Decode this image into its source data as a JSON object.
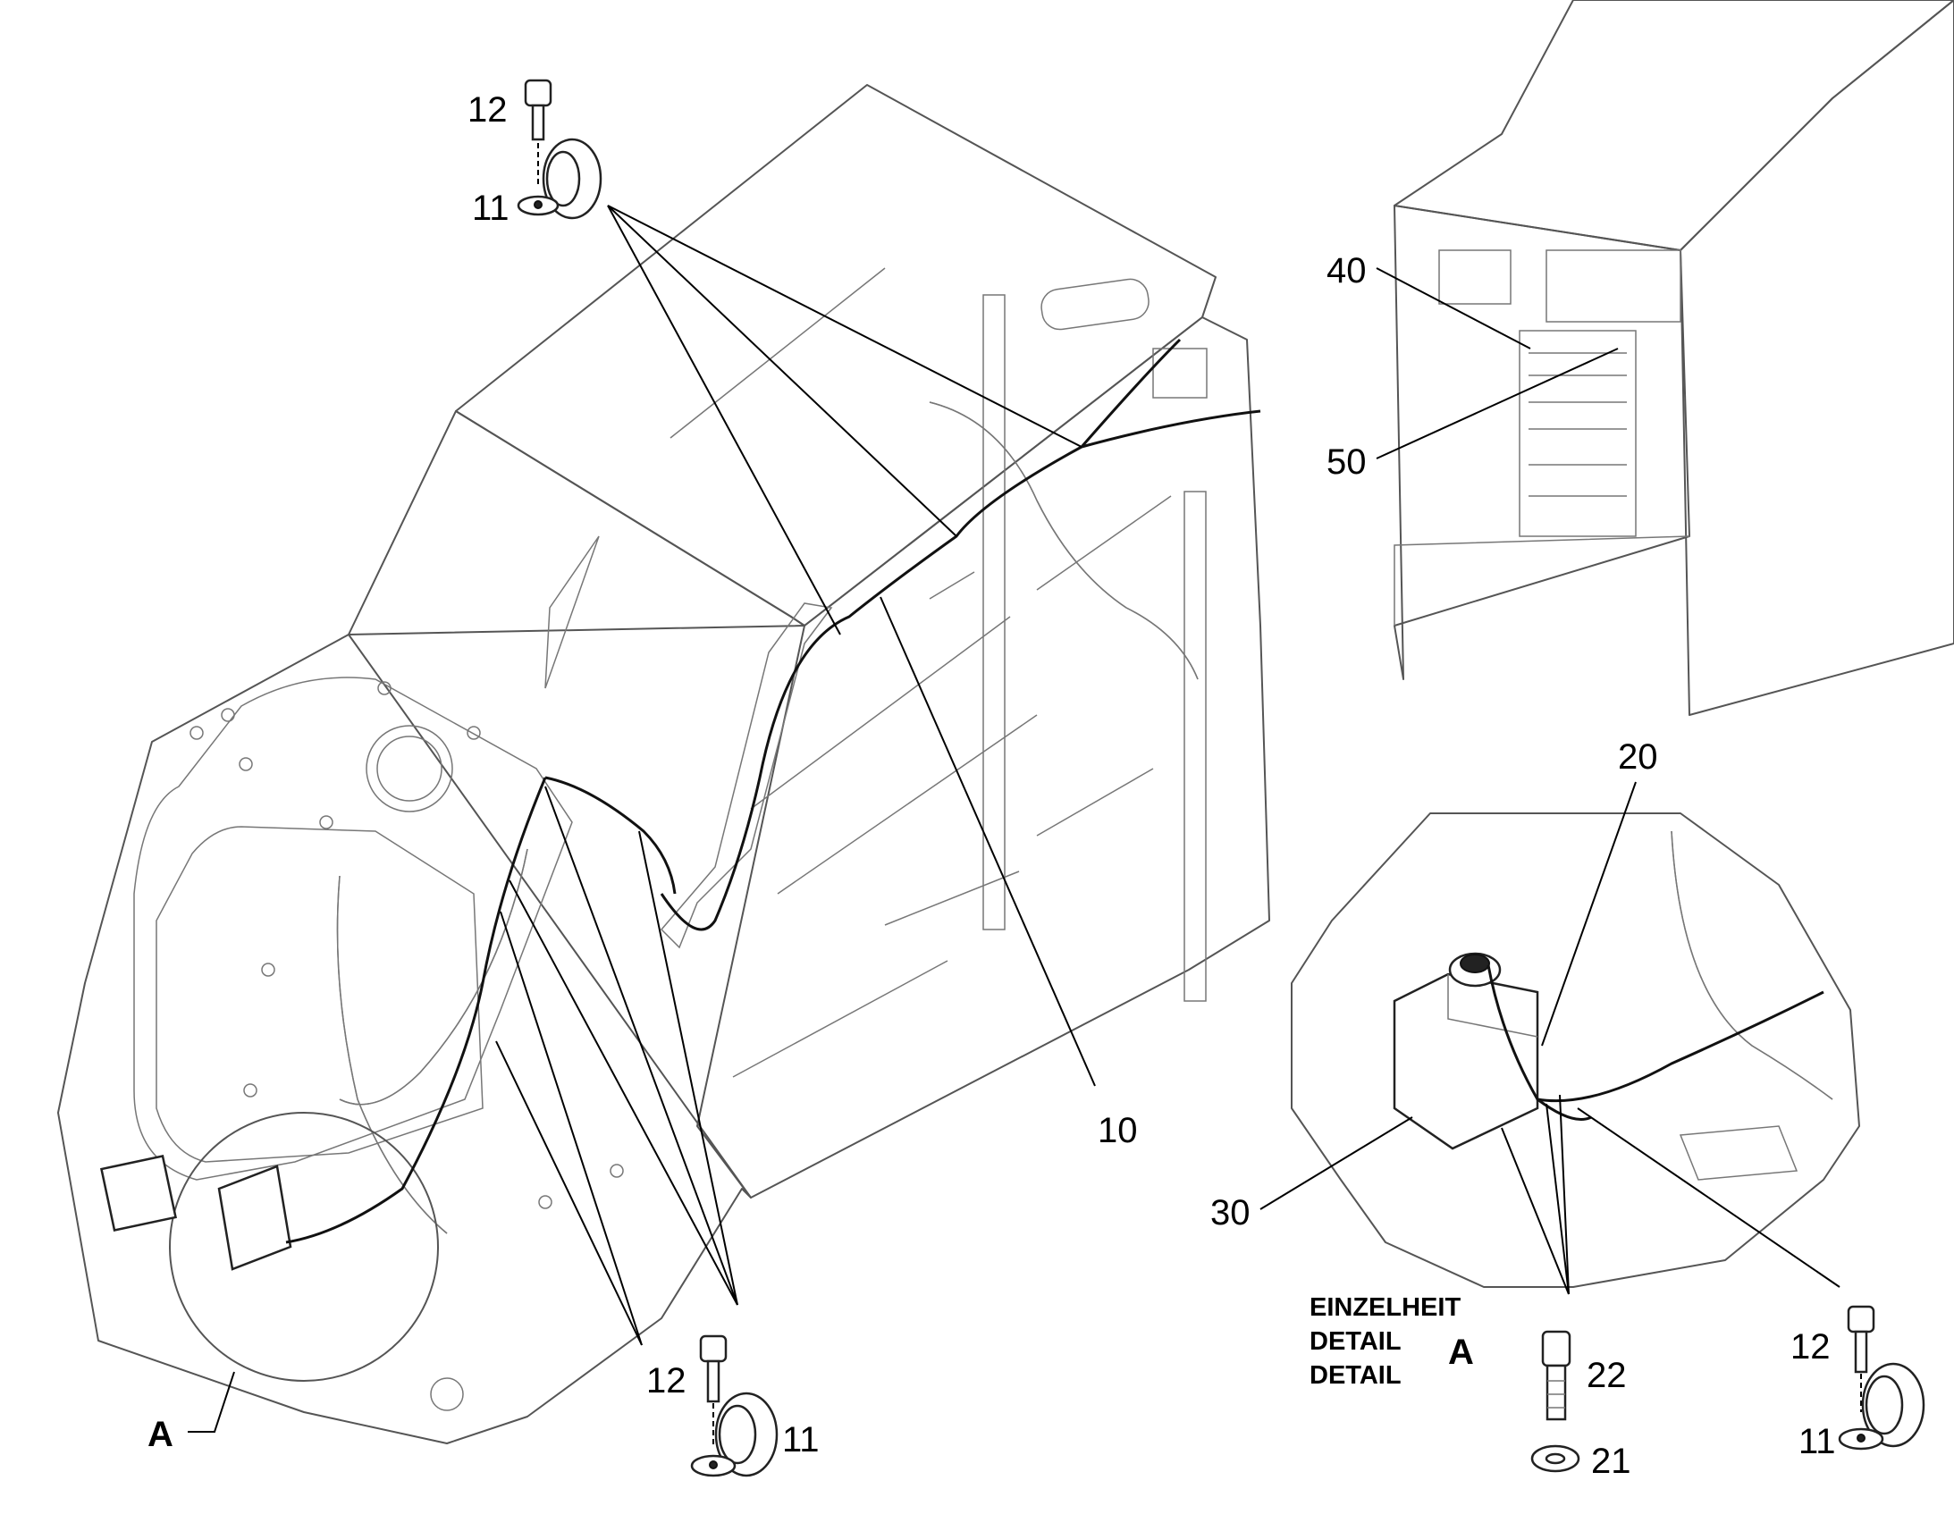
{
  "callouts": {
    "c10": "10",
    "c11_top": "11",
    "c12_top": "12",
    "c11_bottom": "11",
    "c12_bottom": "12",
    "c20": "20",
    "c21": "21",
    "c22": "22",
    "c30": "30",
    "c40": "40",
    "c50": "50",
    "c11_right": "11",
    "c12_right": "12"
  },
  "detail_marker": "A",
  "detail_title": {
    "line1": "EINZELHEIT",
    "line2": "DETAIL",
    "line3": "DETAIL",
    "letter": "A"
  }
}
